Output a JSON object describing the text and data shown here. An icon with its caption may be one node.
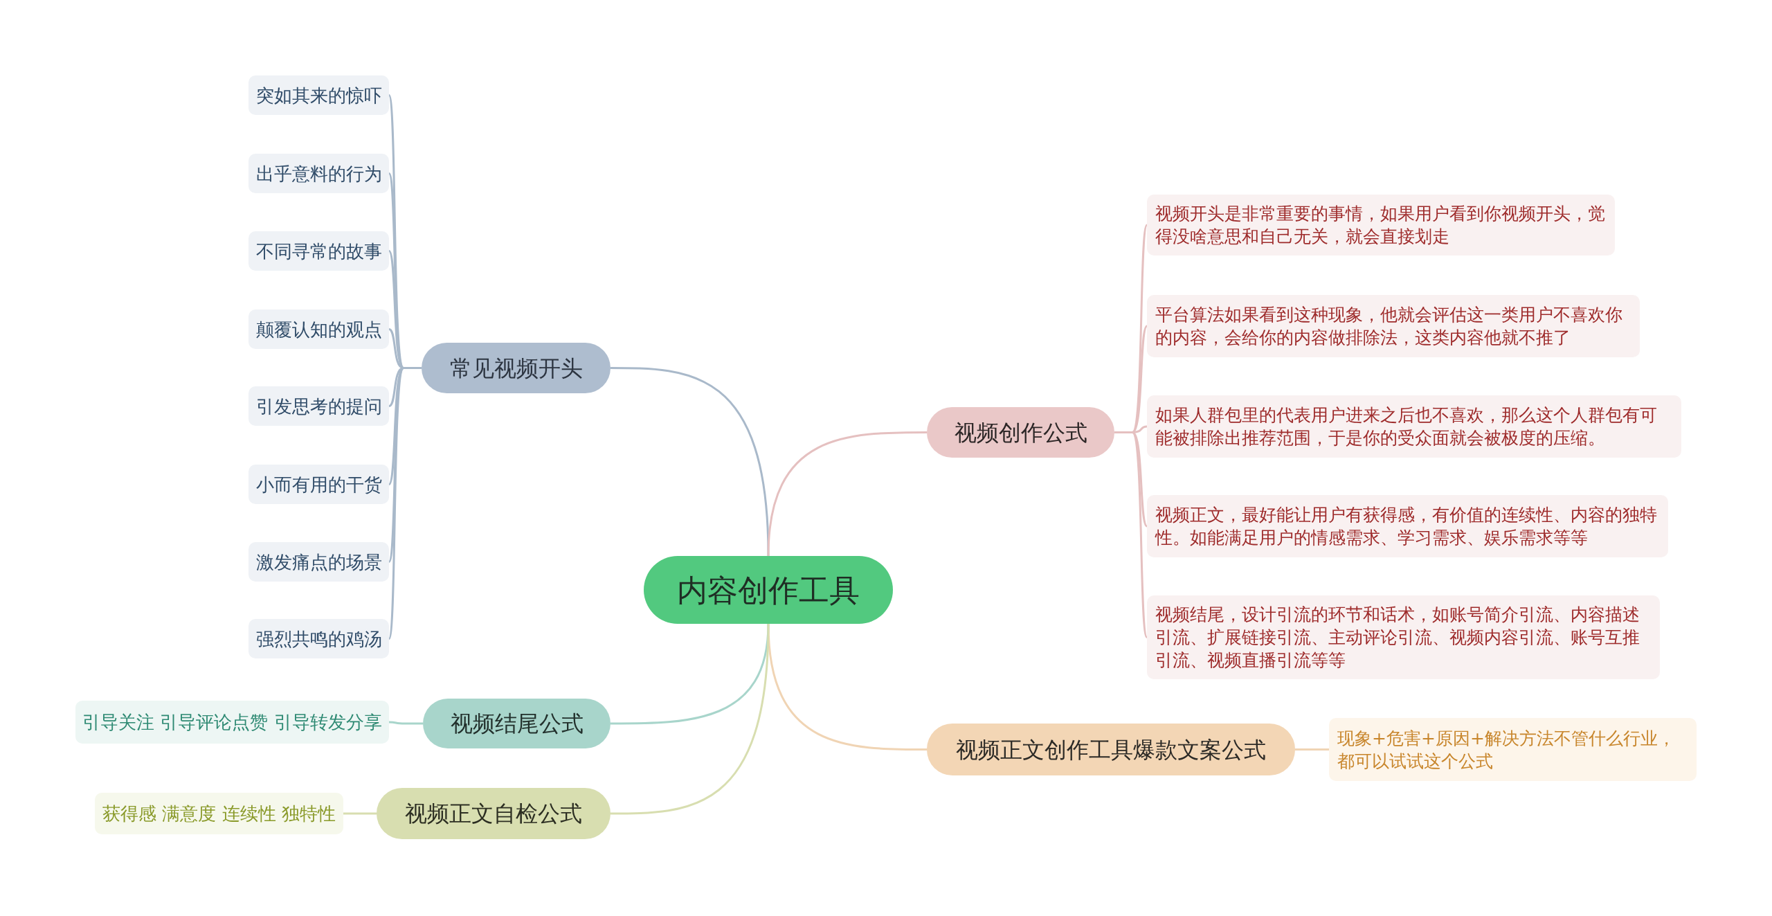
{
  "diagram": {
    "nodes": [
      {
        "text": [
          "内容创作工具"
        ]
      },
      {
        "text": [
          "常见视频开头"
        ]
      },
      {
        "text": [
          "突如其来的惊吓"
        ]
      },
      {
        "text": [
          "出乎意料的行为"
        ]
      },
      {
        "text": [
          "不同寻常的故事"
        ]
      },
      {
        "text": [
          "颠覆认知的观点"
        ]
      },
      {
        "text": [
          "引发思考的提问"
        ]
      },
      {
        "text": [
          "小而有用的干货"
        ]
      },
      {
        "text": [
          "激发痛点的场景"
        ]
      },
      {
        "text": [
          "强烈共鸣的鸡汤"
        ]
      },
      {
        "text": [
          "视频创作公式"
        ]
      },
      {
        "text": [
          "视频开头是非常重要的事情，如果用户看到你视频开头，觉得没啥意思和自己无关，就会直接划走"
        ]
      },
      {
        "text": [
          "平台算法如果看到这种现象，他就会评估这一类用户不喜欢你的内容，会给你的内容做排除法，这类内容他就不推了"
        ]
      },
      {
        "text": [
          "如果人群包里的代表用户进来之后也不喜欢，那么这个人群包有可能被排除出推荐范围，于是你的受众面就会被极度的压缩。"
        ]
      },
      {
        "text": [
          "视频正文，最好能让用户有获得感，有价值的连续性、内容的独特性。如能满足用户的情感需求、学习需求、娱乐需求等等"
        ]
      },
      {
        "text": [
          "视频结尾，设计引流的环节和话术，如账号简介引流、内容描述引流、扩展链接引流、主动评论引流、视频内容引流、账号互推引流、视频直播引流等等"
        ]
      },
      {
        "text": [
          "视频正文创作工具爆款文案公式"
        ]
      },
      {
        "text": [
          "现象+危害+原因+解决方法不管什么行业，都可以试试这个公式"
        ]
      },
      {
        "text": [
          "视频结尾公式"
        ]
      },
      {
        "text": [
          "引导关注 引导评论点赞 引导转发分享"
        ]
      },
      {
        "text": [
          "视频正文自检公式"
        ]
      },
      {
        "text": [
          "获得感 满意度 连续性 独特性"
        ]
      }
    ],
    "edges": [
      {
        "from": 0,
        "to": 1,
        "arrow": "none",
        "color": "#a9b9ca"
      },
      {
        "from": 1,
        "to": 2,
        "arrow": "none",
        "color": "#a9b9ca"
      },
      {
        "from": 1,
        "to": 3,
        "arrow": "none",
        "color": "#a9b9ca"
      },
      {
        "from": 1,
        "to": 4,
        "arrow": "none",
        "color": "#a9b9ca"
      },
      {
        "from": 1,
        "to": 5,
        "arrow": "none",
        "color": "#a9b9ca"
      },
      {
        "from": 1,
        "to": 6,
        "arrow": "none",
        "color": "#a9b9ca"
      },
      {
        "from": 1,
        "to": 7,
        "arrow": "none",
        "color": "#a9b9ca"
      },
      {
        "from": 1,
        "to": 8,
        "arrow": "none",
        "color": "#a9b9ca"
      },
      {
        "from": 1,
        "to": 9,
        "arrow": "none",
        "color": "#a9b9ca"
      },
      {
        "from": 0,
        "to": 10,
        "arrow": "none",
        "color": "#e5c0c0"
      },
      {
        "from": 10,
        "to": 11,
        "arrow": "none",
        "color": "#e5c0c0"
      },
      {
        "from": 10,
        "to": 12,
        "arrow": "none",
        "color": "#e5c0c0"
      },
      {
        "from": 10,
        "to": 13,
        "arrow": "none",
        "color": "#e5c0c0"
      },
      {
        "from": 10,
        "to": 14,
        "arrow": "none",
        "color": "#e5c0c0"
      },
      {
        "from": 10,
        "to": 15,
        "arrow": "none",
        "color": "#e5c0c0"
      },
      {
        "from": 0,
        "to": 16,
        "arrow": "none",
        "color": "#f0d4b4"
      },
      {
        "from": 16,
        "to": 17,
        "arrow": "none",
        "color": "#f0d4b4"
      },
      {
        "from": 0,
        "to": 18,
        "arrow": "none",
        "color": "#a8d5cb"
      },
      {
        "from": 18,
        "to": 19,
        "arrow": "none",
        "color": "#a8d5cb"
      },
      {
        "from": 0,
        "to": 20,
        "arrow": "none",
        "color": "#d8deb0"
      },
      {
        "from": 20,
        "to": 21,
        "arrow": "none",
        "color": "#d8deb0"
      }
    ]
  }
}
